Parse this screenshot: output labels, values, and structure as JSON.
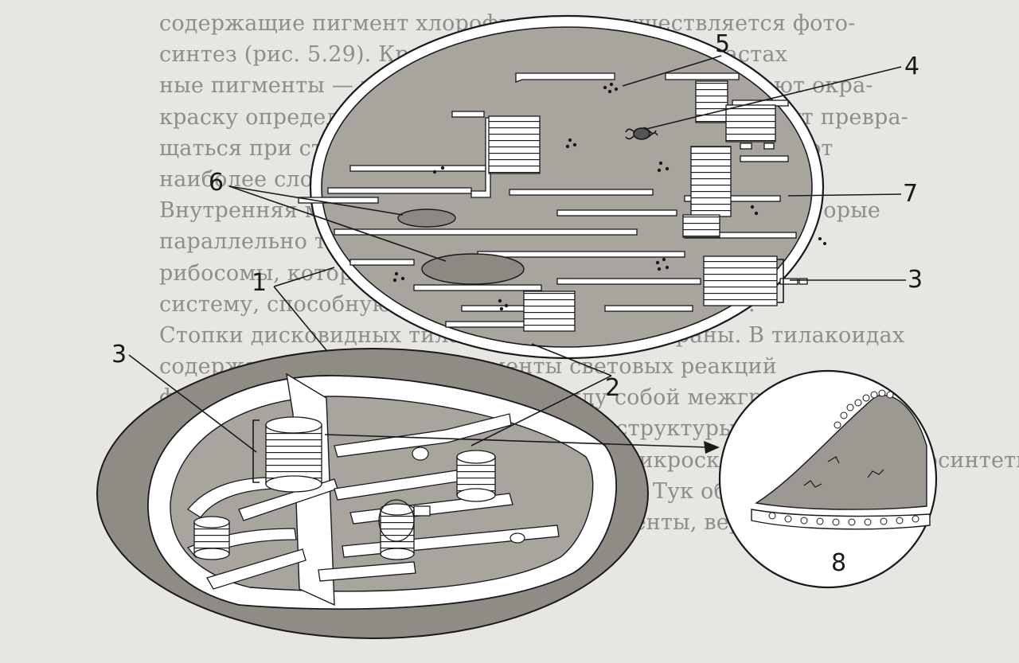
{
  "background_text": [
    "содержащие пигмент хлорофилл, где осуществляется фото-",
    "синтез (рис. 5.29). Кроме хлорофилла, в хлоропластах",
    "ные пигменты — каротиноиды, которые обусловливают окра-",
    "краску определенным частям растений и плодов. Могут превра-",
    "щаться при старении в хромопласты. Хлоропласты имеют",
    "наиболее сложное строение среди пластид.",
    "Внутренняя мембрана образует выросты — ламеллы, которые",
    "параллельно тянутся внутри стромы. Здесь содержатся",
    "рибосомы, которые вместе с ДНК и белками образуют",
    "систему, способную к синтезу собственных белков.",
    "Стопки дисковидных тилакоидов образуют граны. В тилакоидах",
    "содержатся пигменты и ферменты световых реакций",
    "фотосинтеза. Граны соединены между собой межгранными",
    "участками тилакоидов. Открытие этой структуры принадлежит",
    "ученым, использовавшим электронный микроскоп, и Н. Гуков. Гиосинтетика",
    "ных микроскопа был проведен эти пробы. Тук обнаружил, что она",
    "Сложный хлоропласт, содержащий пигменты, вероятно"
  ],
  "labels": {
    "l1": "1",
    "l2": "2",
    "l3a": "3",
    "l3b": "3",
    "l4": "4",
    "l5": "5",
    "l6": "6",
    "l7": "7",
    "l8": "8"
  },
  "colors": {
    "stroma": "#a3a09a",
    "line": "#1a1a1a",
    "membrane_fill": "#ffffff",
    "page": "#e7e6e2"
  }
}
